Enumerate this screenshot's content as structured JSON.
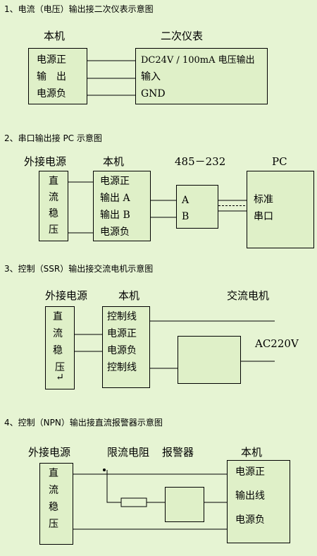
{
  "section1": {
    "title": "1、电流（电压）输出接二次仪表示意图",
    "device_label": "本机",
    "meter_label": "二次仪表",
    "device_rows": [
      "电源正",
      "输　出",
      "电源负"
    ],
    "meter_rows": [
      "DC24V / 100mA 电压输出",
      "输入",
      "GND"
    ]
  },
  "section2": {
    "title": "2、串口输出接 PC 示意图",
    "ext_power_label": "外接电源",
    "ext_power_chars": [
      "直",
      "流",
      "稳",
      "压"
    ],
    "device_label": "本机",
    "device_rows": [
      "电源正",
      "输出 A",
      "输出 B",
      "电源负"
    ],
    "converter_label": "485－232",
    "converter_rows": [
      "A",
      "B"
    ],
    "pc_label": "PC",
    "pc_rows": [
      "标准",
      "串口"
    ]
  },
  "section3": {
    "title": "3、控制（SSR）输出接交流电机示意图",
    "ext_power_label": "外接电源",
    "ext_power_chars": [
      "直",
      "流",
      "稳",
      "压↵"
    ],
    "device_label": "本机",
    "device_rows": [
      "控制线",
      "电源正",
      "电源负",
      "控制线"
    ],
    "motor_label": "交流电机",
    "ac_label": "AC220V"
  },
  "section4": {
    "title": "4、控制（NPN）输出接直流报警器示意图",
    "ext_power_label": "外接电源",
    "ext_power_chars": [
      "直",
      "流",
      "稳",
      "压"
    ],
    "resistor_label": "限流电阻",
    "alarm_label": "报警器",
    "device_label": "本机",
    "device_rows": [
      "电源正",
      "输出线",
      "电源负"
    ]
  }
}
